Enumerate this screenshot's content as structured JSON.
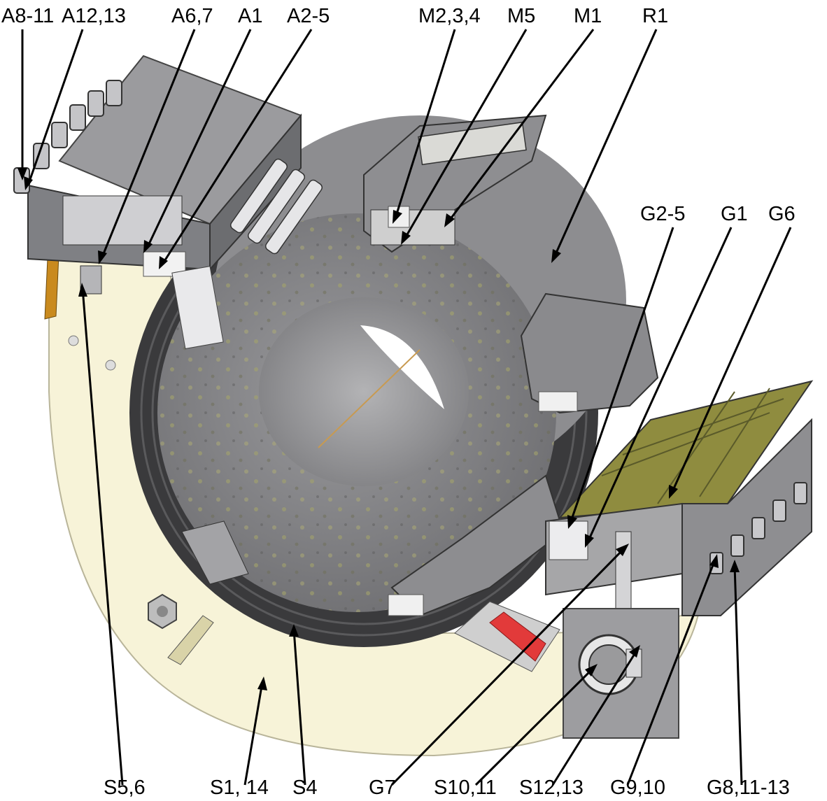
{
  "labels_top": [
    "A8-11",
    "A12,13",
    "A6,7",
    "A1",
    "A2-5",
    "M2,3,4",
    "M5",
    "M1",
    "R1"
  ],
  "labels_right": [
    "G2-5",
    "G1",
    "G6"
  ],
  "labels_bottom": [
    "S5,6",
    "S1, 14",
    "S4",
    "G7",
    "S10,11",
    "S12,13",
    "G9,10",
    "G8,11-13"
  ],
  "colors": {
    "support_cream": "#f7f3d8",
    "drum_gray": "#8c8c8f",
    "ring_dark": "#3a3a3c",
    "module_olive": "#8f8c3f",
    "leader_line": "#000000",
    "accent_red": "#e23a3a",
    "accent_orange": "#c98a1e"
  }
}
